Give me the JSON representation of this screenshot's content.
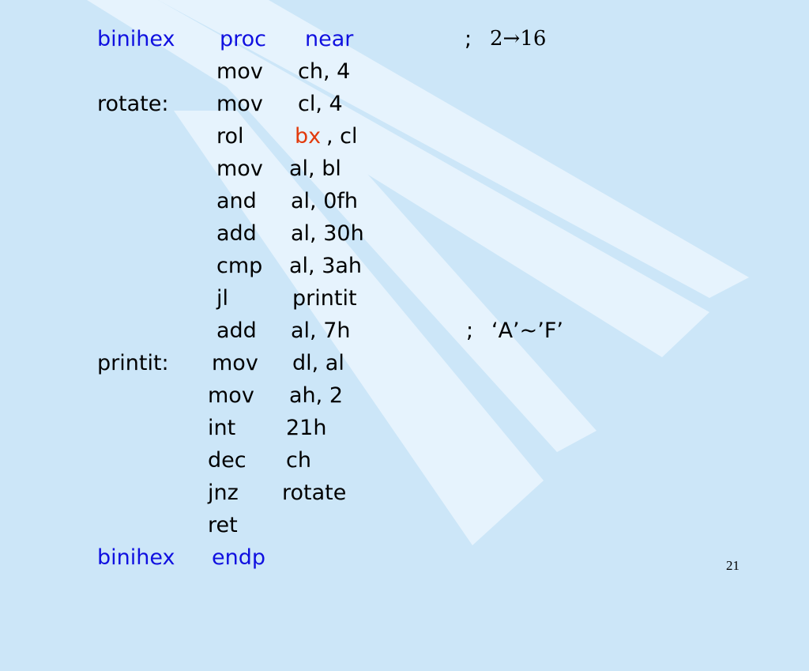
{
  "colors": {
    "background": "#cce6f8",
    "stripe": "#e6f3fd",
    "keyword": "#1010e0",
    "highlight": "#e23a0c"
  },
  "code": {
    "l1": {
      "label": "binihex",
      "op": "proc",
      "arg": "near",
      "comment_sep": ";",
      "comment": "2→16"
    },
    "l2": {
      "op": "mov",
      "arg": "ch, 4"
    },
    "l3": {
      "label": "rotate:",
      "op": "mov",
      "arg": "cl, 4"
    },
    "l4": {
      "op": "rol",
      "arg_hl": "bx",
      "arg_rest": ", cl"
    },
    "l5": {
      "op": "mov",
      "arg": "al, bl"
    },
    "l6": {
      "op": "and",
      "arg": "al, 0fh"
    },
    "l7": {
      "op": "add",
      "arg": "al, 30h"
    },
    "l8": {
      "op": "cmp",
      "arg": "al, 3ah"
    },
    "l9": {
      "op": "jl",
      "arg": "printit"
    },
    "l10": {
      "op": "add",
      "arg": "al, 7h",
      "comment_sep": ";",
      "comment": "‘A’~’F’"
    },
    "l11": {
      "label": "printit:",
      "op": "mov",
      "arg": "dl, al"
    },
    "l12": {
      "op": "mov",
      "arg": "ah, 2"
    },
    "l13": {
      "op": "int",
      "arg": "21h"
    },
    "l14": {
      "op": "dec",
      "arg": "ch"
    },
    "l15": {
      "op": "jnz",
      "arg": "rotate"
    },
    "l16": {
      "op": "ret"
    },
    "l17": {
      "label": "binihex",
      "op": "endp"
    }
  },
  "page_number": "21"
}
